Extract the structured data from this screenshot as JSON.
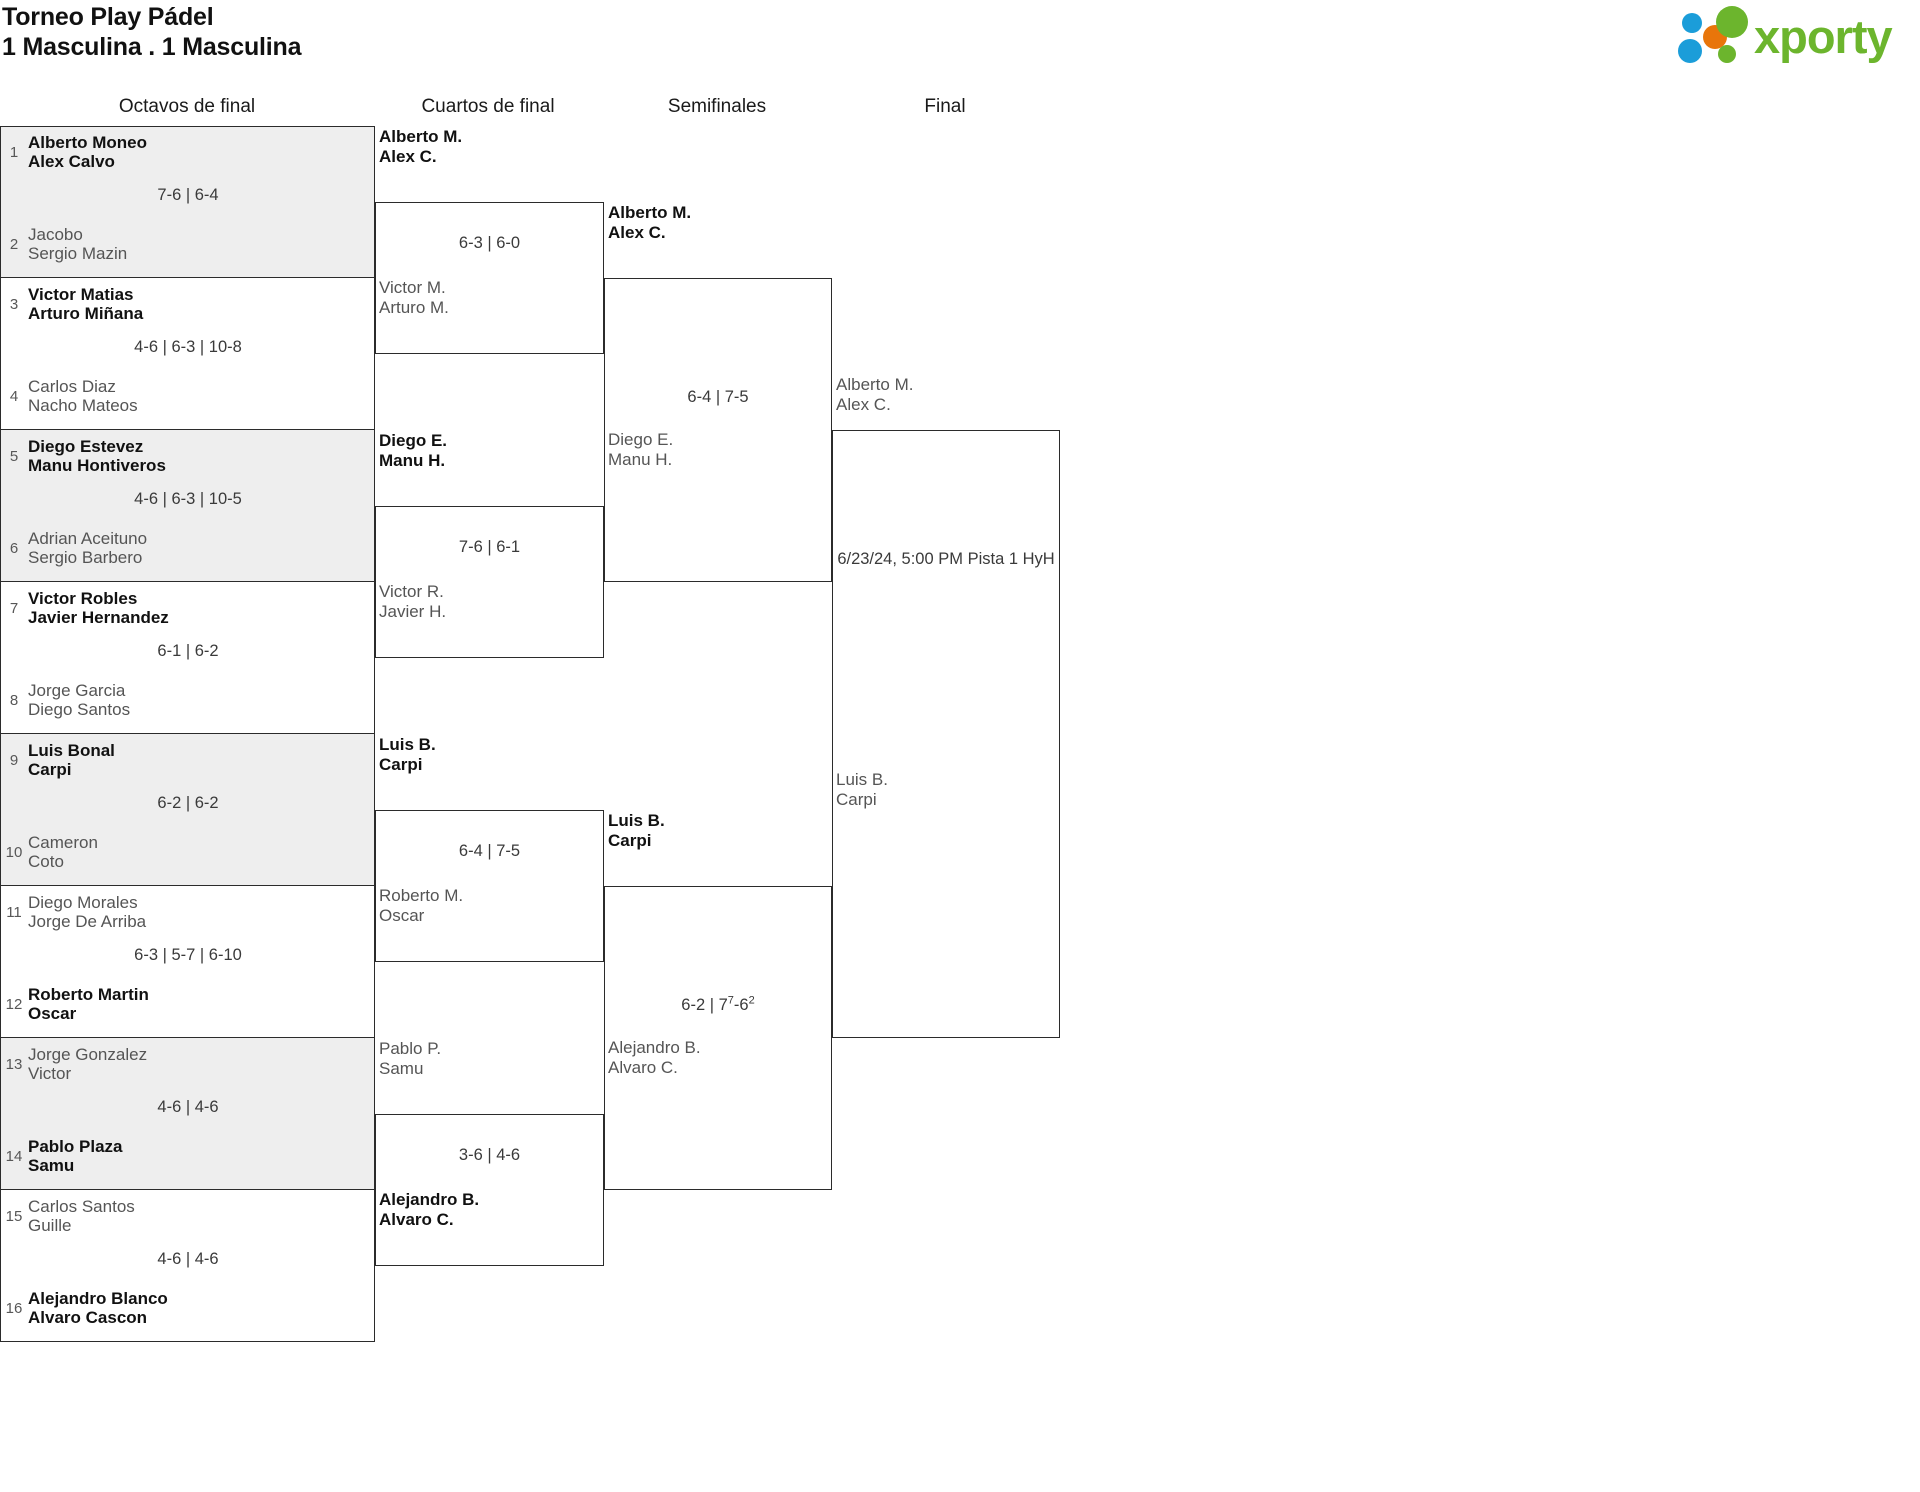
{
  "header": {
    "title_line1": "Torneo Play Pádel",
    "title_line2": "1 Masculina . 1 Masculina",
    "logo_text": "xporty",
    "logo_colors": {
      "green": "#6cb52d",
      "blue": "#1b9dd9",
      "orange": "#e8750a"
    }
  },
  "rounds": [
    {
      "label": "Octavos de final"
    },
    {
      "label": "Cuartos de final"
    },
    {
      "label": "Semifinales"
    },
    {
      "label": "Final"
    }
  ],
  "round1": {
    "matches": [
      {
        "shaded": true,
        "score": "7-6 | 6-4",
        "teams": [
          {
            "seed": "1",
            "line1": "Alberto Moneo",
            "line2": "Alex Calvo",
            "winner": true
          },
          {
            "seed": "2",
            "line1": "Jacobo",
            "line2": "Sergio Mazin",
            "winner": false
          }
        ]
      },
      {
        "shaded": false,
        "score": "4-6 | 6-3 | 10-8",
        "teams": [
          {
            "seed": "3",
            "line1": "Victor Matias",
            "line2": "Arturo Miñana",
            "winner": true
          },
          {
            "seed": "4",
            "line1": "Carlos Diaz",
            "line2": "Nacho Mateos",
            "winner": false
          }
        ]
      },
      {
        "shaded": true,
        "score": "4-6 | 6-3 | 10-5",
        "teams": [
          {
            "seed": "5",
            "line1": "Diego Estevez",
            "line2": "Manu Hontiveros",
            "winner": true
          },
          {
            "seed": "6",
            "line1": "Adrian Aceituno",
            "line2": "Sergio Barbero",
            "winner": false
          }
        ]
      },
      {
        "shaded": false,
        "score": "6-1 | 6-2",
        "teams": [
          {
            "seed": "7",
            "line1": "Victor Robles",
            "line2": "Javier Hernandez",
            "winner": true
          },
          {
            "seed": "8",
            "line1": "Jorge Garcia",
            "line2": "Diego Santos",
            "winner": false
          }
        ]
      },
      {
        "shaded": true,
        "score": "6-2 | 6-2",
        "teams": [
          {
            "seed": "9",
            "line1": "Luis Bonal",
            "line2": "Carpi",
            "winner": true
          },
          {
            "seed": "10",
            "line1": "Cameron",
            "line2": "Coto",
            "winner": false
          }
        ]
      },
      {
        "shaded": false,
        "score": "6-3 | 5-7 | 6-10",
        "teams": [
          {
            "seed": "11",
            "line1": "Diego Morales",
            "line2": "Jorge De Arriba",
            "winner": false
          },
          {
            "seed": "12",
            "line1": "Roberto Martin",
            "line2": "Oscar",
            "winner": true
          }
        ]
      },
      {
        "shaded": true,
        "score": "4-6 | 4-6",
        "teams": [
          {
            "seed": "13",
            "line1": "Jorge Gonzalez",
            "line2": "Victor",
            "winner": false
          },
          {
            "seed": "14",
            "line1": "Pablo Plaza",
            "line2": "Samu",
            "winner": true
          }
        ]
      },
      {
        "shaded": false,
        "score": "4-6 | 4-6",
        "teams": [
          {
            "seed": "15",
            "line1": "Carlos Santos",
            "line2": "Guille",
            "winner": false
          },
          {
            "seed": "16",
            "line1": "Alejandro Blanco",
            "line2": "Alvaro Cascon",
            "winner": true
          }
        ]
      }
    ]
  },
  "round2": {
    "matches": [
      {
        "score": "6-3 | 6-0",
        "top": {
          "line1": "Alberto M.",
          "line2": "Alex C.",
          "winner": true
        },
        "bottom": {
          "line1": "Victor M.",
          "line2": "Arturo M.",
          "winner": false
        }
      },
      {
        "score": "7-6 | 6-1",
        "top": {
          "line1": "Diego E.",
          "line2": "Manu H.",
          "winner": true
        },
        "bottom": {
          "line1": "Victor R.",
          "line2": "Javier H.",
          "winner": false
        }
      },
      {
        "score": "6-4 | 7-5",
        "top": {
          "line1": "Luis B.",
          "line2": "Carpi",
          "winner": true
        },
        "bottom": {
          "line1": "Roberto M.",
          "line2": "Oscar",
          "winner": false
        }
      },
      {
        "score": "3-6 | 4-6",
        "top": {
          "line1": "Pablo P.",
          "line2": "Samu",
          "winner": false
        },
        "bottom": {
          "line1": "Alejandro B.",
          "line2": "Alvaro C.",
          "winner": true
        }
      }
    ]
  },
  "round3": {
    "matches": [
      {
        "score_html": "6-4 | 7-5",
        "top": {
          "line1": "Alberto M.",
          "line2": "Alex C.",
          "winner": true
        },
        "bottom": {
          "line1": "Diego E.",
          "line2": "Manu H.",
          "winner": false
        }
      },
      {
        "score_html": "6-2 | 7<sup>7</sup>-6<sup>2</sup>",
        "top": {
          "line1": "Luis B.",
          "line2": "Carpi",
          "winner": true
        },
        "bottom": {
          "line1": "Alejandro B.",
          "line2": "Alvaro C.",
          "winner": false
        }
      }
    ]
  },
  "round4": {
    "match": {
      "meta": "6/23/24, 5:00 PM Pista 1 HyH",
      "top": {
        "line1": "Alberto M.",
        "line2": "Alex C.",
        "winner": false
      },
      "bottom": {
        "line1": "Luis B.",
        "line2": "Carpi",
        "winner": false
      }
    }
  }
}
